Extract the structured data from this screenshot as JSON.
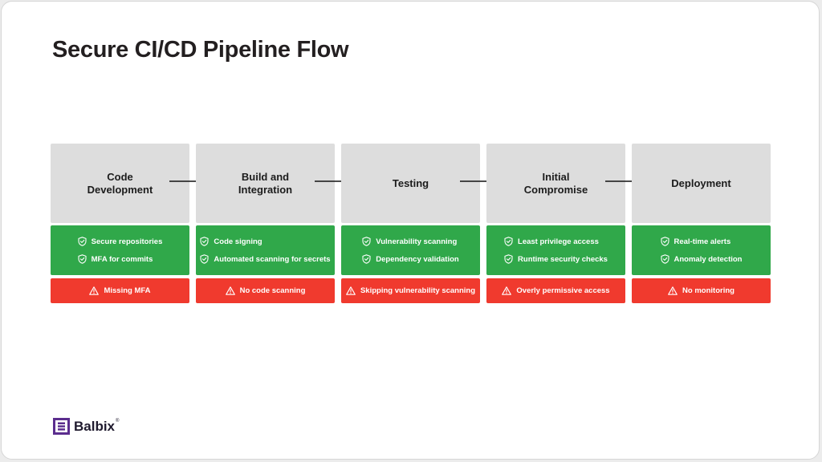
{
  "title": "Secure CI/CD Pipeline Flow",
  "brand": {
    "name": "Balbix",
    "reg": "®",
    "logo_icon": "balbix-logo-icon",
    "color": "#5b2d8e"
  },
  "colors": {
    "stage_bg": "#dddddd",
    "control_bg": "#30a84a",
    "risk_bg": "#f03a2e"
  },
  "stages": [
    {
      "label": "Code\nDevelopment",
      "controls": [
        "Secure repositories",
        "MFA for commits"
      ],
      "risk": "Missing MFA"
    },
    {
      "label": "Build and\nIntegration",
      "controls": [
        "Code signing",
        "Automated scanning for secrets"
      ],
      "risk": "No code scanning"
    },
    {
      "label": "Testing",
      "controls": [
        "Vulnerability scanning",
        "Dependency validation"
      ],
      "risk": "Skipping vulnerability scanning"
    },
    {
      "label": "Initial\nCompromise",
      "controls": [
        "Least privilege access",
        "Runtime security checks"
      ],
      "risk": "Overly permissive access"
    },
    {
      "label": "Deployment",
      "controls": [
        "Real-time alerts",
        "Anomaly detection"
      ],
      "risk": "No monitoring"
    }
  ]
}
